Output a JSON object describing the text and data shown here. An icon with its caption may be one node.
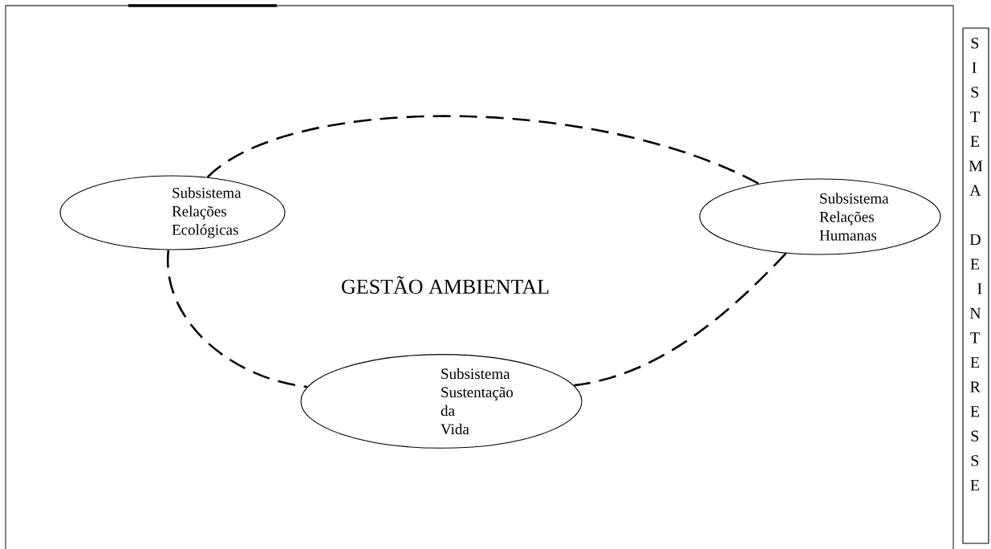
{
  "diagram": {
    "nodes": [
      {
        "text": [
          "Subsistema Relações Ecológicas"
        ]
      },
      {
        "text": [
          "Subsistema Relações Humanas"
        ]
      },
      {
        "text": [
          "Subsistema Sustentação da Vida"
        ]
      },
      {
        "text": [
          "SISTEMA DE INTERESSE"
        ]
      }
    ],
    "edges": [
      {
        "from": 0,
        "to": 1,
        "arrow": "none",
        "style": "dashed"
      },
      {
        "from": 0,
        "to": 2,
        "arrow": "none",
        "style": "dashed"
      },
      {
        "from": 1,
        "to": 2,
        "arrow": "none",
        "style": "dashed"
      }
    ],
    "labels": [
      "GESTÃO AMBIENTAL"
    ]
  }
}
